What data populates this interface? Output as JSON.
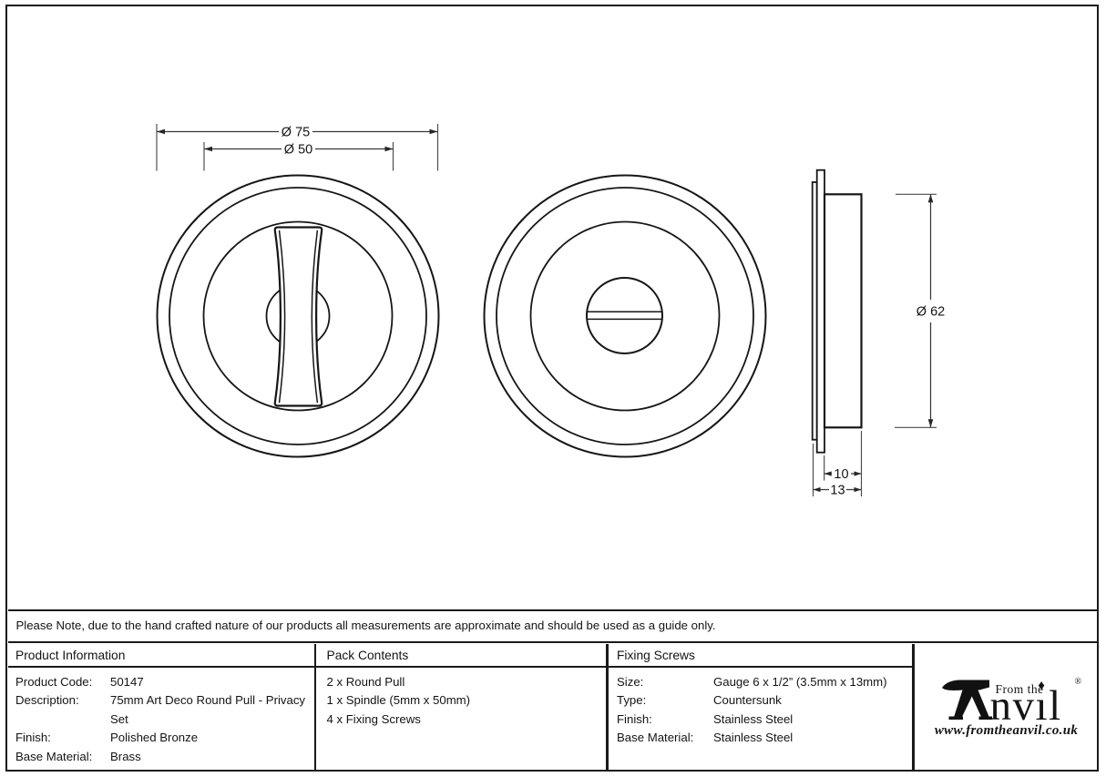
{
  "drawing": {
    "front_view": {
      "outer_diameter_label": "Ø 75",
      "recess_diameter_label": "Ø 50"
    },
    "side_view": {
      "diameter_label": "Ø 62",
      "inner_depth_label": "10",
      "total_depth_label": "13"
    }
  },
  "note": "Please Note, due to the hand crafted nature of our products all measurements are approximate and should be used as a guide only.",
  "table": {
    "product_information": {
      "header": "Product Information",
      "rows": [
        {
          "label": "Product Code:",
          "value": "50147"
        },
        {
          "label": "Description:",
          "value": "75mm Art Deco Round Pull - Privacy Set"
        },
        {
          "label": "Finish:",
          "value": "Polished Bronze"
        },
        {
          "label": "Base Material:",
          "value": "Brass"
        }
      ]
    },
    "pack_contents": {
      "header": "Pack Contents",
      "items": [
        "2 x Round Pull",
        "1 x Spindle (5mm x 50mm)",
        "4 x Fixing Screws"
      ]
    },
    "fixing_screws": {
      "header": "Fixing Screws",
      "rows": [
        {
          "label": "Size:",
          "value": "Gauge 6 x 1/2” (3.5mm x 13mm)"
        },
        {
          "label": "Type:",
          "value": "Countersunk"
        },
        {
          "label": "Finish:",
          "value": "Stainless Steel"
        },
        {
          "label": "Base Material:",
          "value": "Stainless Steel"
        }
      ]
    }
  },
  "logo": {
    "prefix": "From the",
    "word_start": "nv",
    "word_i": "ı",
    "word_end": "l",
    "i_dot": "♦",
    "registered": "®",
    "url": "www.fromtheanvil.co.uk"
  },
  "colors": {
    "line": "#161616",
    "dim_line": "#383838",
    "text": "#141414",
    "background": "#ffffff"
  }
}
